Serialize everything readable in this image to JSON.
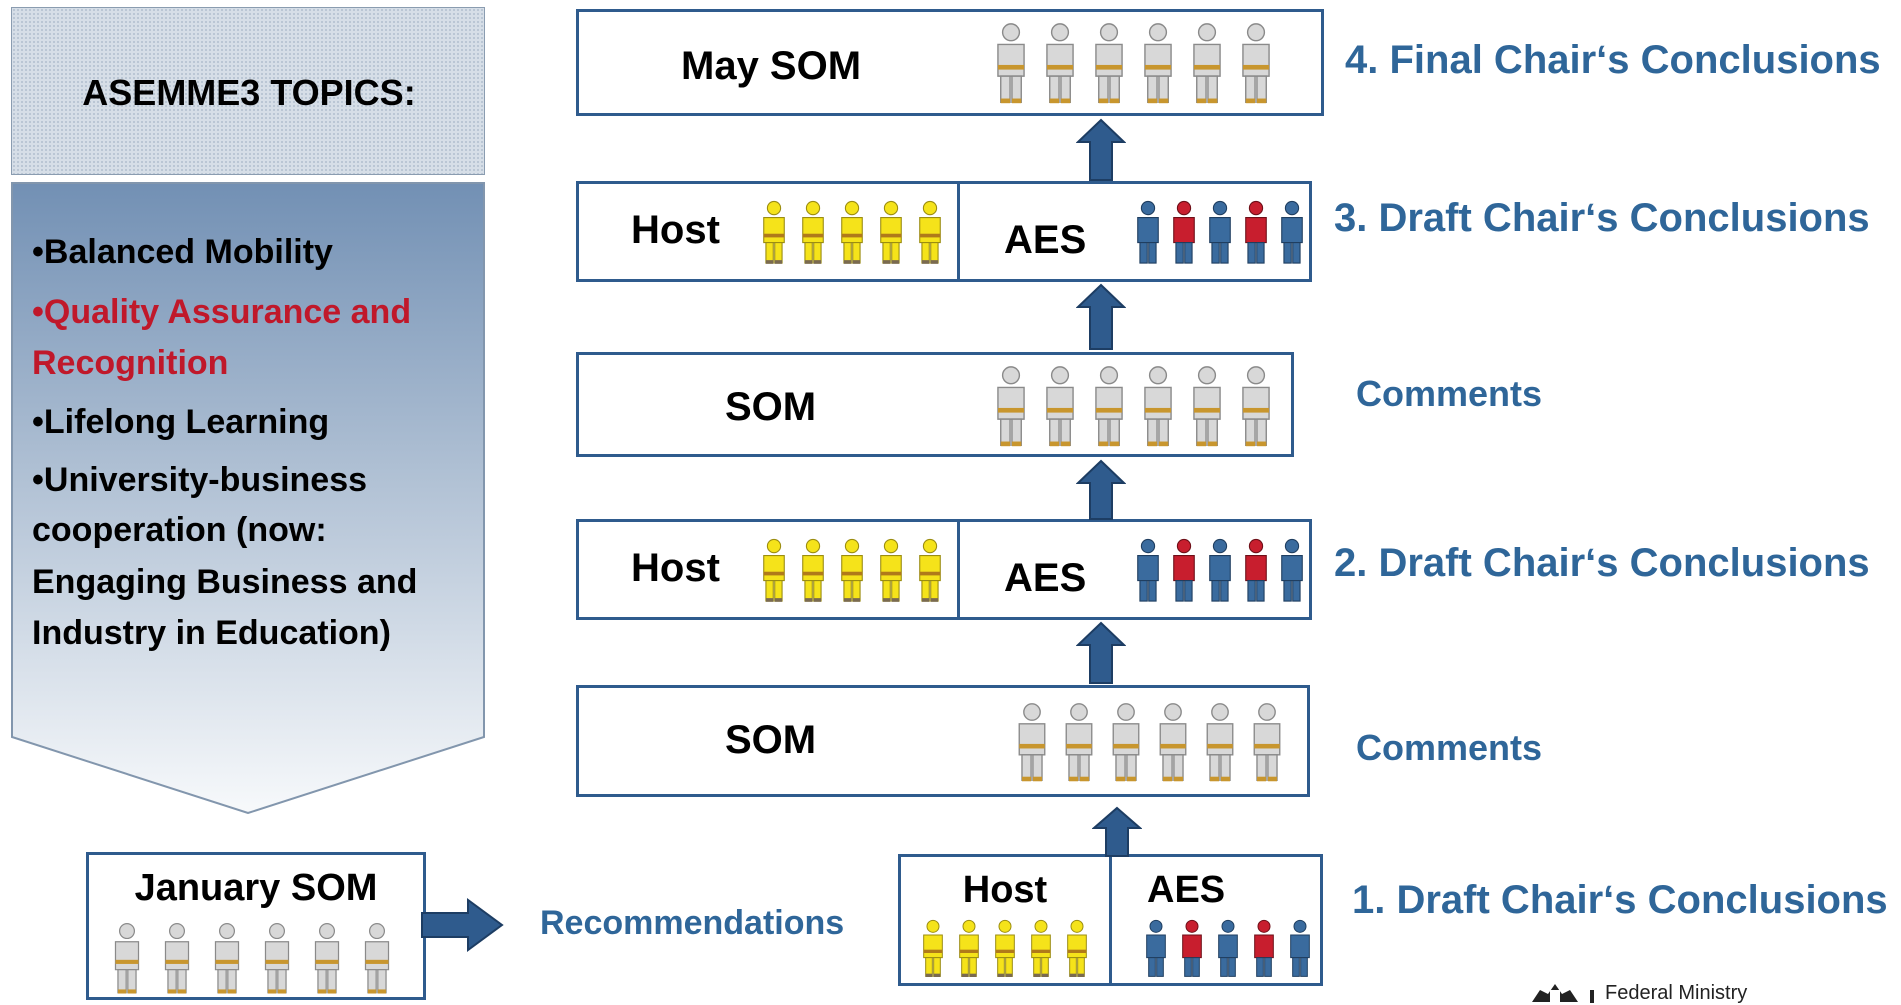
{
  "topics": {
    "header": "ASEMME3 TOPICS:",
    "items": [
      {
        "lines": [
          "•Balanced Mobility"
        ],
        "color": "#000000"
      },
      {
        "lines": [
          "•Quality Assurance and",
          "Recognition"
        ],
        "color": "#c0182a"
      },
      {
        "lines": [
          "•Lifelong Learning"
        ],
        "color": "#000000"
      },
      {
        "lines": [
          "•University-business",
          "cooperation (now:",
          "Engaging Business and",
          "Industry in Education)"
        ],
        "color": "#000000"
      }
    ]
  },
  "january": {
    "title": "January SOM"
  },
  "recommendations": "Recommendations",
  "stages": {
    "s1": {
      "host": "Host",
      "aes": "AES",
      "label": "1. Draft Chair‘s Conclusions"
    },
    "s2": {
      "som": "SOM",
      "label": "Comments"
    },
    "s3": {
      "host": "Host",
      "aes": "AES",
      "label": "2. Draft Chair‘s Conclusions"
    },
    "s4": {
      "som": "SOM",
      "label": "Comments"
    },
    "s5": {
      "host": "Host",
      "aes": "AES",
      "label": "3. Draft Chair‘s Conclusions"
    },
    "s6": {
      "som": "May SOM",
      "label": "4. Final Chair‘s Conclusions"
    }
  },
  "logo": {
    "text": "Federal Ministry"
  },
  "colors": {
    "box_border": "#2f5b8d",
    "arrow": "#2f5b8d",
    "label_blue": "#2f6699",
    "highlight_red": "#c0182a",
    "figure_gray": "#d8d8d8",
    "figure_yellow": "#f5e31a",
    "figure_blue": "#3a6b9e",
    "figure_red": "#c81e2e"
  }
}
